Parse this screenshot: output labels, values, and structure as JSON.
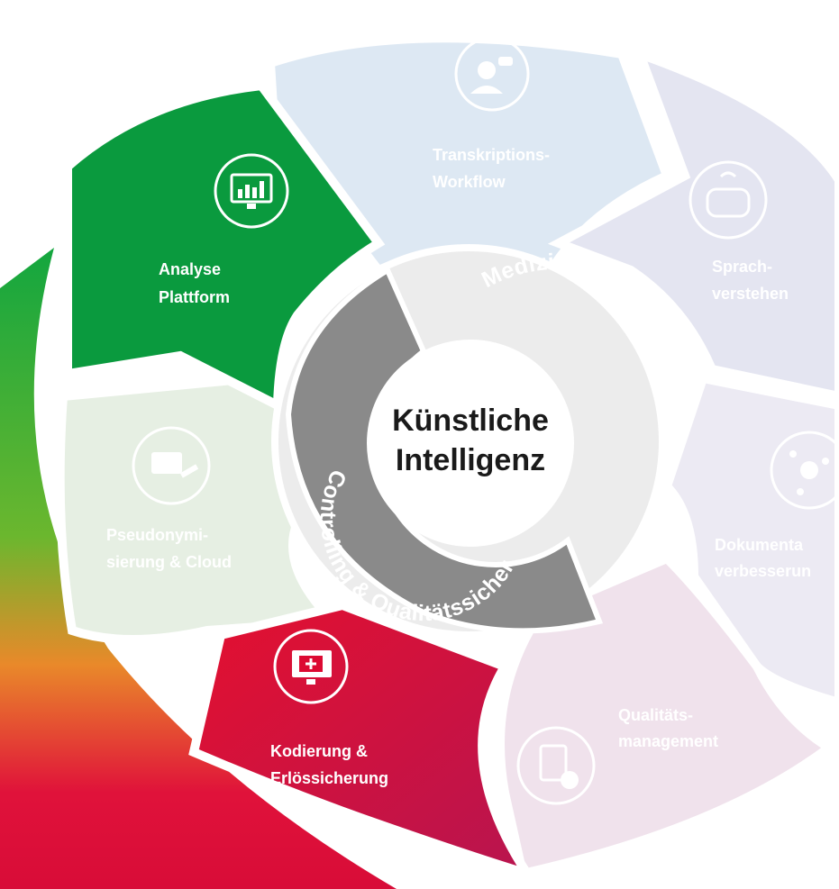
{
  "center": {
    "line1": "Künstliche",
    "line2": "Intelligenz"
  },
  "ring": {
    "gray_label": "Controlling & Qualitätssicherung",
    "light_label": "Medizinisches Personal"
  },
  "segments": {
    "transcription": {
      "line1": "Transkriptions-",
      "line2": "Workflow",
      "icon": "person-speech-icon"
    },
    "speech": {
      "line1": "Sprach-",
      "line2": "verstehen",
      "icon": "speech-device-icon"
    },
    "documentation": {
      "line1": "Dokumenta",
      "line2": "verbesserun",
      "icon": "network-node-icon"
    },
    "quality": {
      "line1": "Qualitäts-",
      "line2": "management",
      "icon": "document-check-icon"
    },
    "coding": {
      "line1": "Kodierung &",
      "line2": "Erlössicherung",
      "icon": "medical-folder-monitor-icon"
    },
    "pseudonym": {
      "line1": "Pseudonymi-",
      "line2": "sierung & Cloud",
      "icon": "pseudonym-card-icon"
    },
    "analysis": {
      "line1": "Analyse",
      "line2": "Plattform",
      "icon": "chart-monitor-icon"
    }
  },
  "colors": {
    "green": "#0a9a3e",
    "red": "#dc0a32",
    "gray_ring": "#8a8a8a",
    "light_ring": "#ececec",
    "inactive_blue": "#dfe8f2",
    "inactive_lavender": "#e7e5f0",
    "inactive_green": "#e3ede1",
    "inactive_pink": "#efe0e8",
    "inactive_text": "#ffffff"
  }
}
